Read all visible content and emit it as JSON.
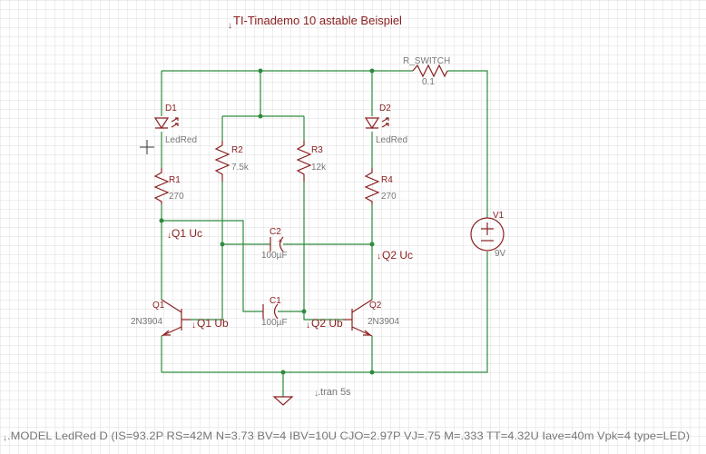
{
  "title": "TI-Tinademo 10  astable Beispiel",
  "components": {
    "D1": {
      "name": "D1",
      "value": "LedRed"
    },
    "D2": {
      "name": "D2",
      "value": "LedRed"
    },
    "R1": {
      "name": "R1",
      "value": "270"
    },
    "R2": {
      "name": "R2",
      "value": "7.5k"
    },
    "R3": {
      "name": "R3",
      "value": "12k"
    },
    "R4": {
      "name": "R4",
      "value": "270"
    },
    "C1": {
      "name": "C1",
      "value": "100µF"
    },
    "C2": {
      "name": "C2",
      "value": "100µF"
    },
    "Q1": {
      "name": "Q1",
      "value": "2N3904"
    },
    "Q2": {
      "name": "Q2",
      "value": "2N3904"
    },
    "V1": {
      "name": "V1",
      "value": "9V"
    },
    "RSW": {
      "name": "R_SWITCH",
      "value": "0.1"
    }
  },
  "probes": {
    "q1_uc": "Q1 Uc",
    "q2_uc": "Q2 Uc",
    "q1_ub": "Q1 Ub",
    "q2_ub": "Q2 Ub"
  },
  "tran": ".tran 5s",
  "model": ".MODEL LedRed D (IS=93.2P RS=42M N=3.73 BV=4 IBV=10U CJO=2.97P VJ=.75 M=.333 TT=4.32U Iave=40m Vpk=4 type=LED)",
  "colors": {
    "wire": "#2e8b3e",
    "component": "#8b2020",
    "grid": "#d9d9d9"
  }
}
